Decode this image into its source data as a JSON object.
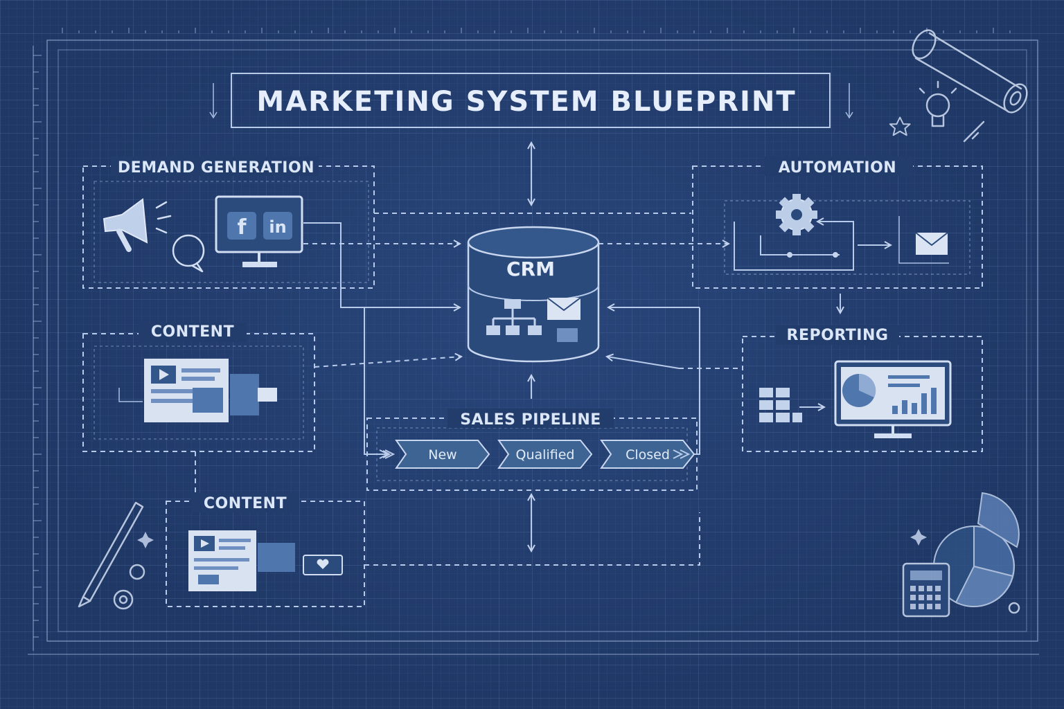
{
  "title": "MARKETING SYSTEM BLUEPRINT",
  "hub": {
    "label": "CRM"
  },
  "sections": {
    "demand_generation": "DEMAND GENERATION",
    "automation": "AUTOMATION",
    "content_1": "CONTENT",
    "reporting": "REPORTING",
    "content_2": "CONTENT",
    "sales_pipeline": "SALES PIPELINE"
  },
  "pipeline_stages": [
    "New",
    "Qualified",
    "Closed"
  ],
  "social_icons": {
    "facebook": "f",
    "linkedin": "in"
  },
  "icons": [
    "megaphone-icon",
    "chat-bubble-icon",
    "monitor-icon",
    "gear-icon",
    "envelope-icon",
    "org-chart-icon",
    "pie-chart-icon",
    "bar-chart-icon",
    "document-icon",
    "video-icon",
    "pencil-icon",
    "calculator-icon",
    "lightbulb-icon",
    "blueprint-roll-icon"
  ],
  "colors": {
    "background": "#1f3866",
    "line": "#b8cbea",
    "text": "#dbe6f7",
    "pipeline_fill": "#3e6494"
  }
}
